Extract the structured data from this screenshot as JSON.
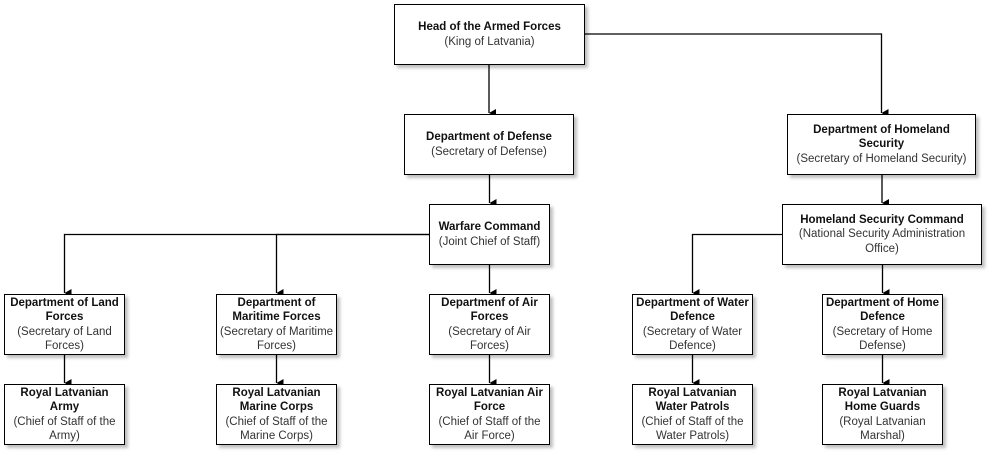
{
  "diagram": {
    "type": "org-chart",
    "line_color": "#000000",
    "nodes": [
      {
        "id": "head",
        "title": "Head of the Armed Forces",
        "subtitle": "(King of Latvania)"
      },
      {
        "id": "dod",
        "title": "Department of Defense",
        "subtitle": "(Secretary of Defense)"
      },
      {
        "id": "dhs",
        "title": "Department of Homeland Security",
        "subtitle": "(Secretary of Homeland Security)"
      },
      {
        "id": "warfare",
        "title": "Warfare Command",
        "subtitle": "(Joint Chief of Staff)"
      },
      {
        "id": "hsc",
        "title": "Homeland Security Command",
        "subtitle": "(National Security Administration Office)"
      },
      {
        "id": "land",
        "title": "Department of Land Forces",
        "subtitle": "(Secretary of Land Forces)"
      },
      {
        "id": "maritime",
        "title": "Department of Maritime Forces",
        "subtitle": "(Secretary of Maritime Forces)"
      },
      {
        "id": "air",
        "title": "Departmenf of Air Forces",
        "subtitle": "(Secretary of Air Forces)"
      },
      {
        "id": "water",
        "title": "Department of Water Defence",
        "subtitle": "(Secretary of Water Defence)"
      },
      {
        "id": "home",
        "title": "Department of Home Defence",
        "subtitle": "(Secretary of Home Defense)"
      },
      {
        "id": "army",
        "title": "Royal Latvanian Army",
        "subtitle": "(Chief of Staff of the Army)"
      },
      {
        "id": "marines",
        "title": "Royal Latvanian Marine Corps",
        "subtitle": "(Chief of Staff of the Marine Corps)"
      },
      {
        "id": "airforce",
        "title": "Royal Latvanian Air Force",
        "subtitle": "(Chief of Staff of the Air Force)"
      },
      {
        "id": "patrols",
        "title": "Royal Latvanian Water Patrols",
        "subtitle": "(Chief of Staff of the Water Patrols)"
      },
      {
        "id": "guards",
        "title": "Royal Latvanian Home Guards",
        "subtitle": "(Royal Latvanian Marshal)"
      }
    ],
    "edges": [
      {
        "from": "head",
        "to": "dod"
      },
      {
        "from": "head",
        "to": "dhs"
      },
      {
        "from": "dod",
        "to": "warfare"
      },
      {
        "from": "dhs",
        "to": "hsc"
      },
      {
        "from": "warfare",
        "to": "land"
      },
      {
        "from": "warfare",
        "to": "maritime"
      },
      {
        "from": "warfare",
        "to": "air"
      },
      {
        "from": "hsc",
        "to": "water"
      },
      {
        "from": "hsc",
        "to": "home"
      },
      {
        "from": "land",
        "to": "army"
      },
      {
        "from": "maritime",
        "to": "marines"
      },
      {
        "from": "air",
        "to": "airforce"
      },
      {
        "from": "water",
        "to": "patrols"
      },
      {
        "from": "home",
        "to": "guards"
      }
    ]
  }
}
